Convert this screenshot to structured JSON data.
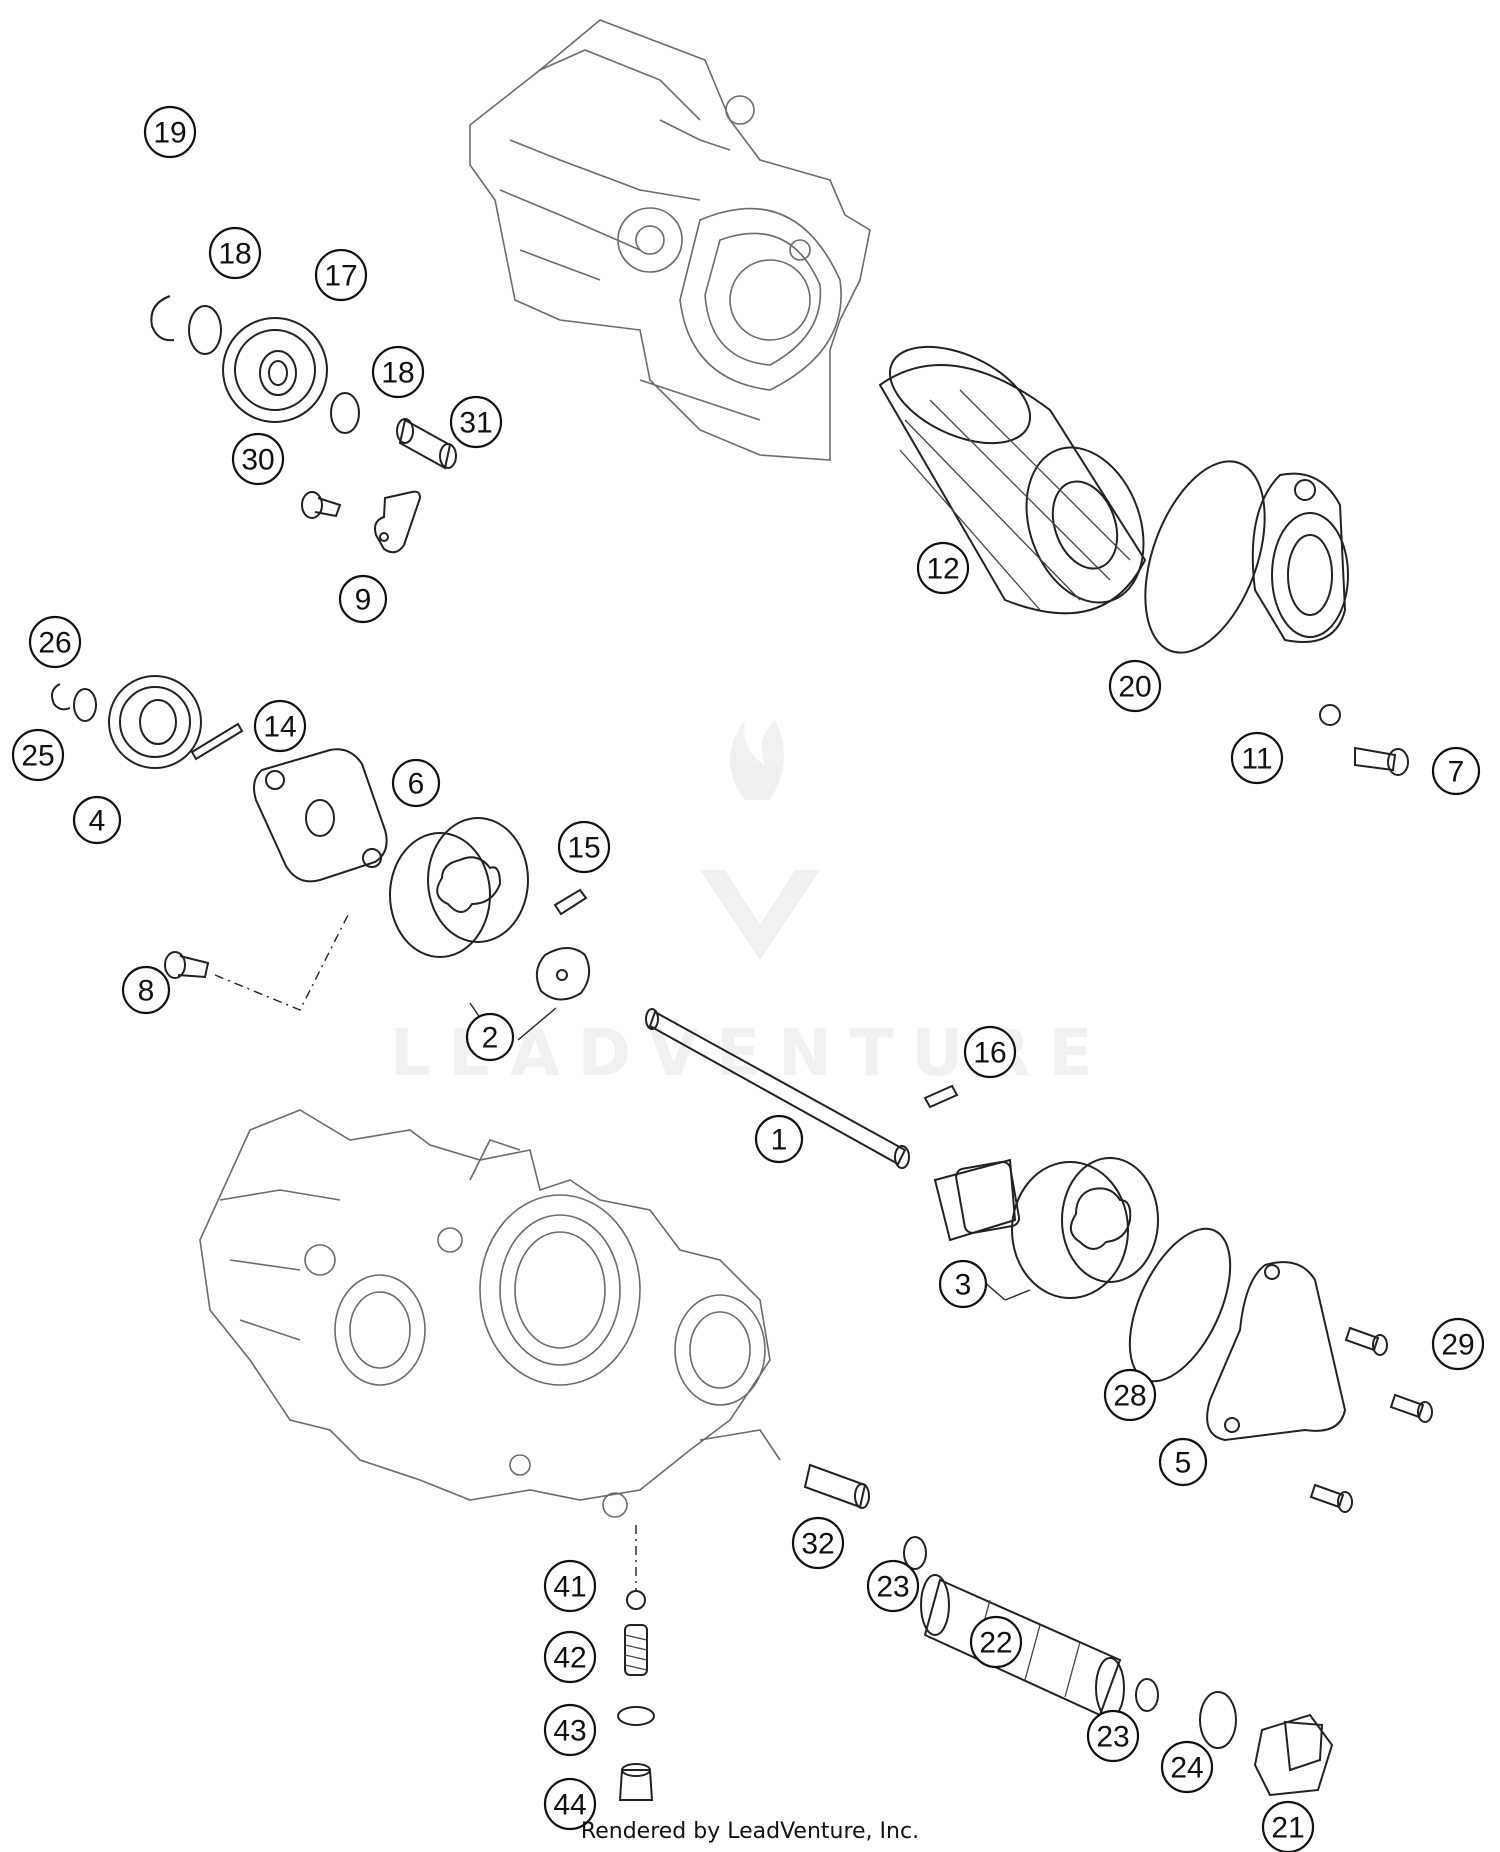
{
  "diagram": {
    "callouts": [
      {
        "id": "c1",
        "label": "1"
      },
      {
        "id": "c2",
        "label": "2"
      },
      {
        "id": "c3",
        "label": "3"
      },
      {
        "id": "c4",
        "label": "4"
      },
      {
        "id": "c5",
        "label": "5"
      },
      {
        "id": "c6",
        "label": "6"
      },
      {
        "id": "c7",
        "label": "7"
      },
      {
        "id": "c8",
        "label": "8"
      },
      {
        "id": "c9",
        "label": "9"
      },
      {
        "id": "c11",
        "label": "11"
      },
      {
        "id": "c12",
        "label": "12"
      },
      {
        "id": "c14",
        "label": "14"
      },
      {
        "id": "c15",
        "label": "15"
      },
      {
        "id": "c16",
        "label": "16"
      },
      {
        "id": "c17",
        "label": "17"
      },
      {
        "id": "c18a",
        "label": "18"
      },
      {
        "id": "c18b",
        "label": "18"
      },
      {
        "id": "c19",
        "label": "19"
      },
      {
        "id": "c20",
        "label": "20"
      },
      {
        "id": "c21",
        "label": "21"
      },
      {
        "id": "c22",
        "label": "22"
      },
      {
        "id": "c23a",
        "label": "23"
      },
      {
        "id": "c23b",
        "label": "23"
      },
      {
        "id": "c24",
        "label": "24"
      },
      {
        "id": "c25",
        "label": "25"
      },
      {
        "id": "c26",
        "label": "26"
      },
      {
        "id": "c28",
        "label": "28"
      },
      {
        "id": "c29",
        "label": "29"
      },
      {
        "id": "c30",
        "label": "30"
      },
      {
        "id": "c31",
        "label": "31"
      },
      {
        "id": "c32",
        "label": "32"
      },
      {
        "id": "c41",
        "label": "41"
      },
      {
        "id": "c42",
        "label": "42"
      },
      {
        "id": "c43",
        "label": "43"
      },
      {
        "id": "c44",
        "label": "44"
      }
    ],
    "watermark": "LEADVENTURE",
    "credit": "Rendered by LeadVenture, Inc."
  }
}
